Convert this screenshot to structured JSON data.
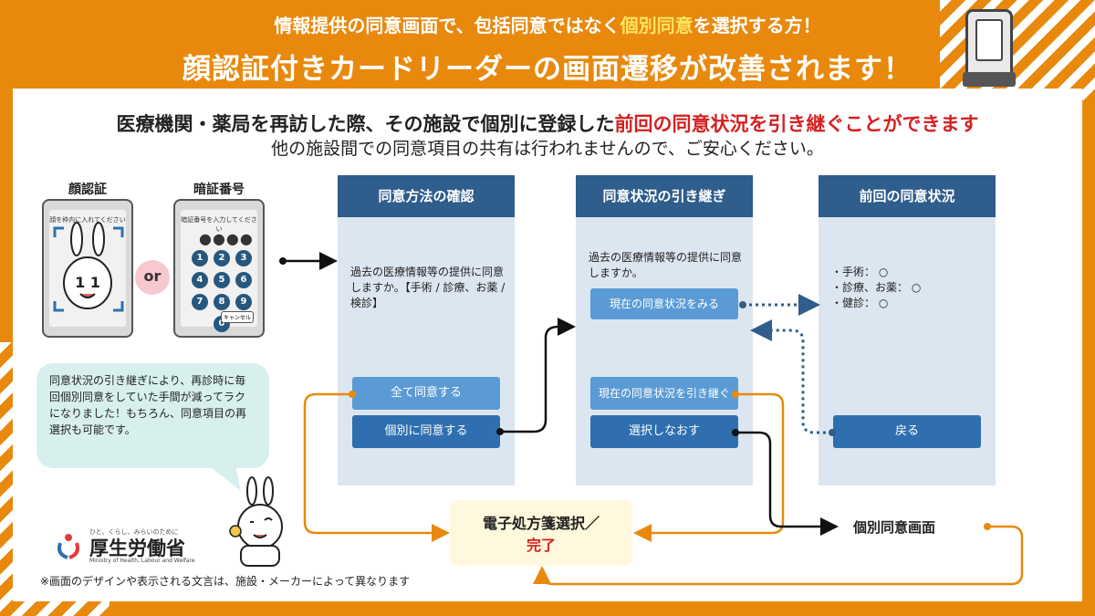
{
  "header": {
    "line1_pre": "情報提供の同意画面で、包括同意ではなく",
    "line1_highlight": "個別同意",
    "line1_post": "を選択する方！",
    "line2": "顔認証付きカードリーダーの画面遷移が改善されます！"
  },
  "lead": {
    "line1_pre": "医療機関・薬局を再訪した際、その施設で個別に登録した",
    "line1_red": "前回の同意状況を引き継ぐことができます",
    "line2": "他の施設間での同意項目の共有は行われませんので、ご安心ください。"
  },
  "face_device": {
    "label": "顔認証",
    "screen_text": "顔を枠内に入れてください",
    "mascot_text": "1 1"
  },
  "pin_device": {
    "label": "暗証番号",
    "screen_text": "暗証番号を入力してください",
    "dots": "●●●●",
    "keys": [
      "1",
      "2",
      "3",
      "4",
      "5",
      "6",
      "7",
      "8",
      "9",
      "0"
    ],
    "cancel": "キャンセル"
  },
  "or_text": "or",
  "columns": {
    "method": {
      "title": "同意方法の確認",
      "text": "過去の医療情報等の提供に同意しますか。【手術 / 診療、お薬 / 検診】",
      "btn_all": "全て同意する",
      "btn_individual": "個別に同意する"
    },
    "carry": {
      "title": "同意状況の引き継ぎ",
      "text": "過去の医療情報等の提供に同意しますか。",
      "btn_view": "現在の同意状況をみる",
      "btn_carry": "現在の同意状況を引き継ぐ",
      "btn_reselect": "選択しなおす"
    },
    "previous": {
      "title": "前回の同意状況",
      "items": [
        "・手術： ○",
        "・診療、お薬： ○",
        "・健診： ○"
      ],
      "btn_back": "戻る"
    }
  },
  "bubble": "同意状況の引き継ぎにより、再診時に毎回個別同意をしていた手間が減ってラクになりました！もちろん、同意項目の再選択も可能です。",
  "done": {
    "line1": "電子処方箋選択／",
    "line2": "完了"
  },
  "individual_screen": "個別同意画面",
  "logo": {
    "tagline": "ひと、くらし、みらいのために",
    "name": "厚生労働省",
    "english": "Ministry of Health, Labour and Welfare"
  },
  "footnote": "※画面のデザインや表示される文言は、施設・メーカーによって異なります",
  "colors": {
    "accent_orange": "#e8890e",
    "header_blue": "#2f5d8c",
    "button_blue": "#5b9bd5",
    "highlight_red": "#d42020",
    "highlight_yellow": "#ffe45c"
  }
}
